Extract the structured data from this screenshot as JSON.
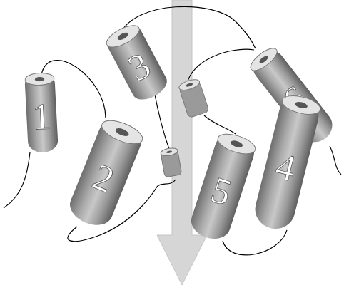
{
  "diagram": {
    "nodes": [
      {
        "text": [
          "1"
        ]
      },
      {
        "text": [
          "2"
        ]
      },
      {
        "text": [
          "3"
        ]
      },
      {
        "text": [
          "4"
        ]
      },
      {
        "text": [
          "5"
        ]
      },
      {
        "text": [
          "6"
        ]
      }
    ],
    "edges": [
      {
        "from": 0,
        "to": 1,
        "arrow": "none"
      },
      {
        "from": 3,
        "to": 4,
        "arrow": "none"
      }
    ]
  }
}
